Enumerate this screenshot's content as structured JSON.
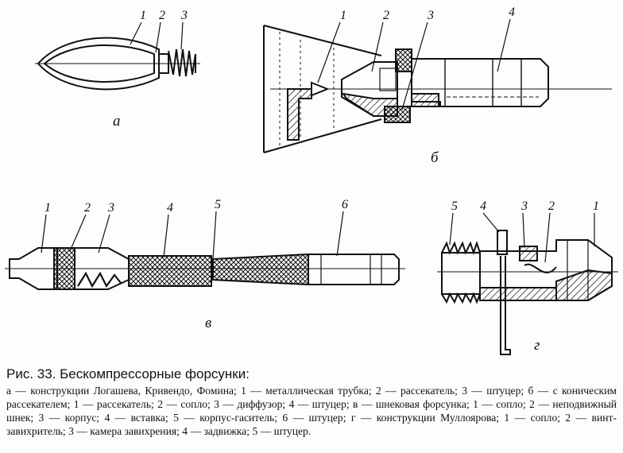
{
  "figure": {
    "labels": {
      "a": {
        "n1": "1",
        "n2": "2",
        "n3": "3",
        "letter": "а"
      },
      "b": {
        "n1": "1",
        "n2": "2",
        "n3": "3",
        "n4": "4",
        "letter": "б"
      },
      "v": {
        "n1": "1",
        "n2": "2",
        "n3": "3",
        "n4": "4",
        "n5": "5",
        "n6": "6",
        "letter": "в"
      },
      "g": {
        "n5": "5",
        "n4": "4",
        "n3": "3",
        "n2": "2",
        "n1": "1",
        "letter": "г"
      }
    }
  },
  "caption": {
    "title": "Рис. 33. Бескомпрессорные форсунки:",
    "body": "а — конструкции Логашева, Кривендо, Фомина; 1 — металлическая трубка; 2 — рассекатель; 3 — штуцер; б — с коническим рассекателем; 1 — рассекатель; 2 — сопло; 3 — диффузор; 4 — штуцер; в — шнековая форсунка; 1 — сопло; 2 — неподвижный шнек; 3 — корпус; 4 — вставка; 5 — корпус-гаситель; 6 — штуцер; г — конструкции Муллоярова; 1 — сопло; 2 — винт-завихритель; 3 — камера завихрения; 4 — задвижка; 5 — штуцер."
  }
}
